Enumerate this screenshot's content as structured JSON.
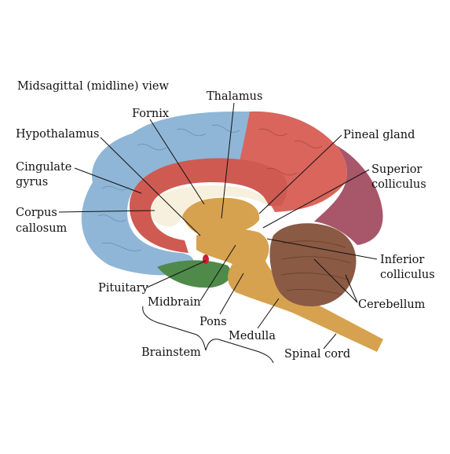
{
  "view_title": "Midsagittal (midline) view",
  "labels": {
    "thalamus": "Thalamus",
    "fornix": "Fornix",
    "hypothalamus": "Hypothalamus",
    "cingulate_line1": "Cingulate",
    "cingulate_line2": "gyrus",
    "corpus_line1": "Corpus",
    "corpus_line2": "callosum",
    "pineal_gland": "Pineal gland",
    "superior_line1": "Superior",
    "superior_line2": "colliculus",
    "inferior_line1": "Inferior",
    "inferior_line2": "colliculus",
    "cerebellum": "Cerebellum",
    "pituitary": "Pituitary",
    "midbrain": "Midbrain",
    "pons": "Pons",
    "medulla": "Medulla",
    "spinal_cord": "Spinal cord",
    "brainstem": "Brainstem"
  },
  "colors": {
    "frontal_blue": "#8fb6d6",
    "parietal_red": "#d9655c",
    "occipital_maroon": "#a8566a",
    "cingulate_red": "#cf5a52",
    "corpus_cream": "#f6f0dc",
    "brainstem_tan": "#d6a24f",
    "cerebellum_brown": "#8a5a44",
    "temporal_green": "#4f8a4a",
    "pituitary_red": "#cc2030"
  }
}
